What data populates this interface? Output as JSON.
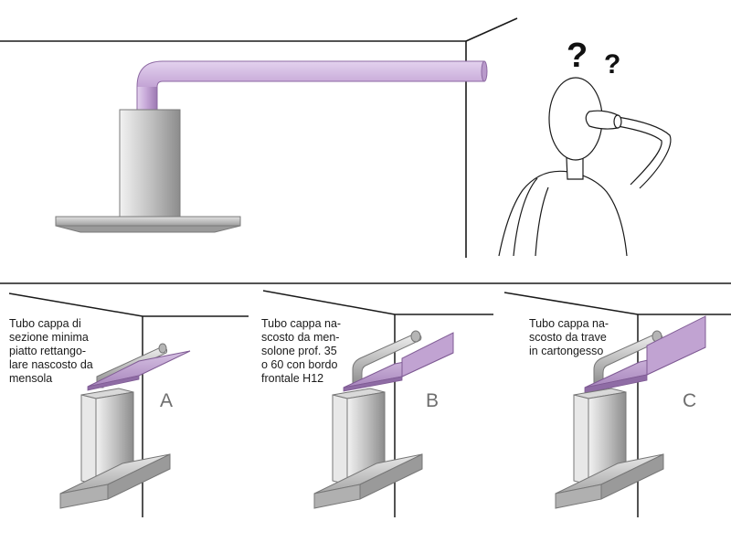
{
  "panels": [
    {
      "letter": "A",
      "caption": "Tubo cappa di\nsezione minima\npiatto rettango-\nlare nascosto da\nmensola"
    },
    {
      "letter": "B",
      "caption": "Tubo cappa na-\nscosto da men-\nsolone prof. 35\no 60  con bordo\nfrontale H12"
    },
    {
      "letter": "C",
      "caption": "Tubo cappa na-\nscosto da trave\nin cartongesso"
    }
  ],
  "question_marks": [
    "?",
    "?"
  ],
  "colors": {
    "duct": "#c5a8d6",
    "duct_dark": "#8e6aa3",
    "shelf": "#b99acb",
    "shelf_edge": "#7f5b94",
    "metal_light": "#e6e6e6",
    "metal_dark": "#8a8a8a",
    "line": "#1a1a1a"
  }
}
